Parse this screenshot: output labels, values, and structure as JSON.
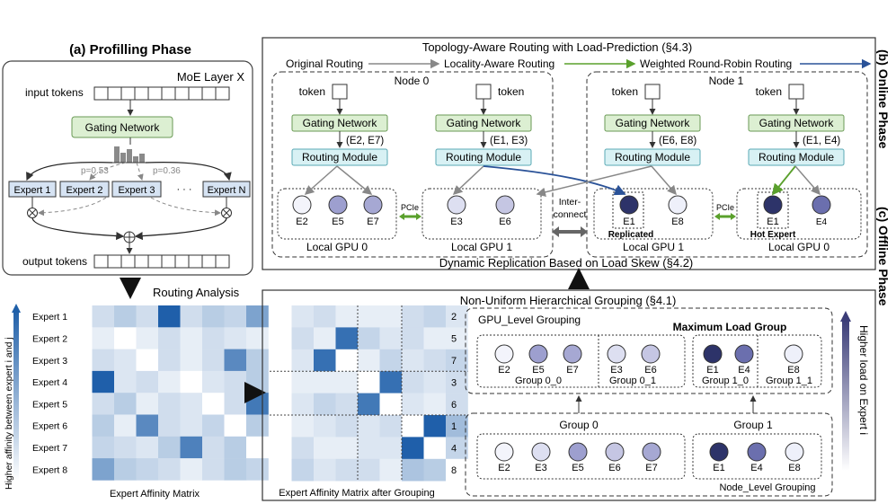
{
  "profiling": {
    "title": "(a) Profilling Phase",
    "layer_label": "MoE Layer X",
    "input_label": "input tokens",
    "output_label": "output tokens",
    "gating_label": "Gating Network",
    "experts": [
      "Expert 1",
      "Expert 2",
      "Expert 3",
      "Expert N"
    ],
    "ellipsis": "· · ·",
    "probs": [
      "p=0.53",
      "p=0.36"
    ]
  },
  "routing_analysis": "Routing Analysis",
  "matrix1": {
    "rows": [
      "Expert 1",
      "Expert 2",
      "Expert 3",
      "Expert 4",
      "Expert 5",
      "Expert 6",
      "Expert 7",
      "Expert 8"
    ],
    "caption": "Expert Affinity Matrix",
    "ylabel": "Higher affinity between expert i and j",
    "cells": [
      [
        0.0,
        0.2,
        0.3,
        0.2,
        0.95,
        0.2,
        0.3,
        0.25,
        0.55
      ],
      [
        0.0,
        0.1,
        0.0,
        0.1,
        0.2,
        0.1,
        0.2,
        0.15,
        0.1
      ],
      [
        0.0,
        0.2,
        0.15,
        0.0,
        0.2,
        0.1,
        0.2,
        0.7,
        0.3
      ],
      [
        0.0,
        0.95,
        0.15,
        0.2,
        0.1,
        0.0,
        0.15,
        0.2,
        0.3
      ],
      [
        0.0,
        0.2,
        0.3,
        0.1,
        0.2,
        0.15,
        0.0,
        0.2,
        0.8
      ],
      [
        0.0,
        0.3,
        0.1,
        0.7,
        0.2,
        0.15,
        0.25,
        0.0,
        0.3
      ],
      [
        0.0,
        0.25,
        0.2,
        0.15,
        0.3,
        0.75,
        0.2,
        0.3,
        0.0
      ],
      [
        0.0,
        0.55,
        0.3,
        0.25,
        0.2,
        0.1,
        0.2,
        0.3,
        0.25
      ]
    ]
  },
  "matrix2": {
    "rows": [
      "2",
      "5",
      "7",
      "3",
      "6",
      "1",
      "4",
      "8"
    ],
    "caption": "Expert Affinity Matrix after Grouping",
    "cells": [
      [
        0.0,
        0.15,
        0.2,
        0.1,
        0.1,
        0.1,
        0.2,
        0.25,
        0.15
      ],
      [
        0.0,
        0.2,
        0.1,
        0.85,
        0.25,
        0.15,
        0.2,
        0.1,
        0.1
      ],
      [
        0.0,
        0.15,
        0.85,
        0.0,
        0.1,
        0.25,
        0.15,
        0.2,
        0.25
      ],
      [
        0.0,
        0.1,
        0.1,
        0.1,
        0.0,
        0.85,
        0.2,
        0.15,
        0.2
      ],
      [
        0.0,
        0.15,
        0.25,
        0.2,
        0.8,
        0.0,
        0.15,
        0.1,
        0.2
      ],
      [
        0.0,
        0.1,
        0.15,
        0.2,
        0.15,
        0.2,
        0.0,
        0.95,
        0.4
      ],
      [
        0.0,
        0.2,
        0.1,
        0.1,
        0.15,
        0.15,
        0.95,
        0.0,
        0.25
      ],
      [
        0.0,
        0.25,
        0.15,
        0.2,
        0.2,
        0.1,
        0.35,
        0.3,
        0.0
      ]
    ]
  },
  "online": {
    "title": "Topology-Aware Routing with Load-Prediction (§4.3)",
    "phase_label": "(b) Online Phase",
    "legend": [
      "Original Routing",
      "Locality-Aware Routing",
      "Weighted Round-Robin Routing"
    ],
    "node0_label": "Node 0",
    "node1_label": "Node 1",
    "token": "token",
    "gating": "Gating Network",
    "routing": "Routing Module",
    "routes": [
      "(E2, E7)",
      "(E1, E3)",
      "(E6, E8)",
      "(E1, E4)"
    ],
    "gpu_labels": [
      "Local GPU 0",
      "Local GPU 1",
      "Local GPU 1",
      "Local GPU 0"
    ],
    "experts_gpu00": [
      "E2",
      "E5",
      "E7"
    ],
    "experts_gpu01": [
      "E3",
      "E6"
    ],
    "experts_gpu11": [
      "E1",
      "E8"
    ],
    "experts_gpu10": [
      "E1",
      "E4"
    ],
    "pcie": "PCIe",
    "interconnect": "Inter-\nconnect",
    "replicated": "Replicated",
    "hot_expert": "Hot Expert",
    "replication_title": "Dynamic Replication Based on Load Skew (§4.2)"
  },
  "offline": {
    "phase_label": "(c) Offline Phase",
    "title": "Non-Uniform Hierarchical Grouping (§4.1)",
    "gpu_level": "GPU_Level Grouping",
    "max_load": "Maximum Load Group",
    "groups_top": [
      {
        "experts": [
          "E2",
          "E5",
          "E7"
        ],
        "label": "Group 0_0"
      },
      {
        "experts": [
          "E3",
          "E6"
        ],
        "label": "Group 0_1"
      },
      {
        "experts": [
          "E1",
          "E4"
        ],
        "label": "Group 1_0"
      },
      {
        "experts": [
          "E8"
        ],
        "label": "Group 1_1"
      }
    ],
    "group0": "Group 0",
    "group1": "Group 1",
    "bottom_left": [
      "E2",
      "E3",
      "E5",
      "E6",
      "E7"
    ],
    "bottom_right": [
      "E1",
      "E4",
      "E8"
    ],
    "node_level": "Node_Level Grouping",
    "load_label": "Higher load on Expert i"
  },
  "colors": {
    "accent_blue": "#2a5298",
    "green_arrow": "#5aa02c",
    "gating_fill": "#dcefd2",
    "routing_fill": "#d8f1f4",
    "expert_fill": "#d6e3f3"
  }
}
